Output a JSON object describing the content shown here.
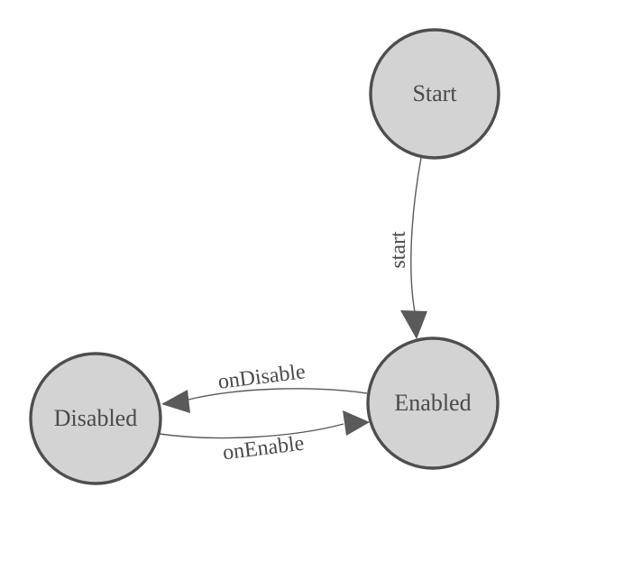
{
  "diagram": {
    "type": "state-machine",
    "colors": {
      "background": "#ffffff",
      "node_fill": "#d3d3d3",
      "node_stroke": "#4e4e4e",
      "edge_color": "#5a5a5a",
      "label_color": "#4a4a4a"
    },
    "nodes": [
      {
        "id": "start",
        "label": "Start"
      },
      {
        "id": "enabled",
        "label": "Enabled"
      },
      {
        "id": "disabled",
        "label": "Disabled"
      }
    ],
    "edges": [
      {
        "id": "start-to-enabled",
        "label": "start",
        "from": "Start",
        "to": "Enabled"
      },
      {
        "id": "enabled-to-disabled",
        "label": "onDisable",
        "from": "Enabled",
        "to": "Disabled"
      },
      {
        "id": "disabled-to-enabled",
        "label": "onEnable",
        "from": "Disabled",
        "to": "Enabled"
      }
    ]
  }
}
